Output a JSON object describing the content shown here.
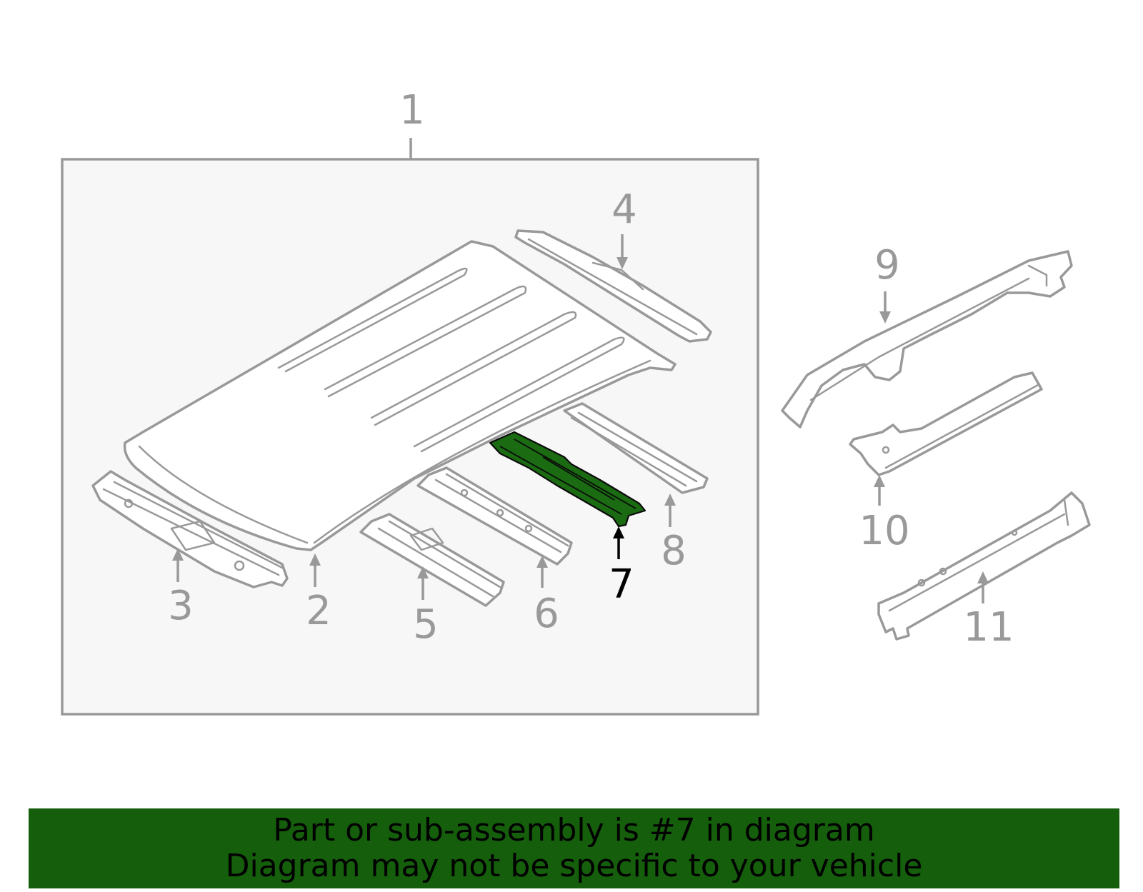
{
  "callouts": {
    "c1": "1",
    "c2": "2",
    "c3": "3",
    "c4": "4",
    "c5": "5",
    "c6": "6",
    "c7": "7",
    "c8": "8",
    "c9": "9",
    "c10": "10",
    "c11": "11"
  },
  "highlighted_part": "7",
  "colors": {
    "highlight": "#1a6b12",
    "banner": "#155e0c",
    "outline": "#999999"
  },
  "banner": {
    "line1": "Part or sub-assembly is #7 in diagram",
    "line2": "Diagram may not be specific to your vehicle"
  }
}
